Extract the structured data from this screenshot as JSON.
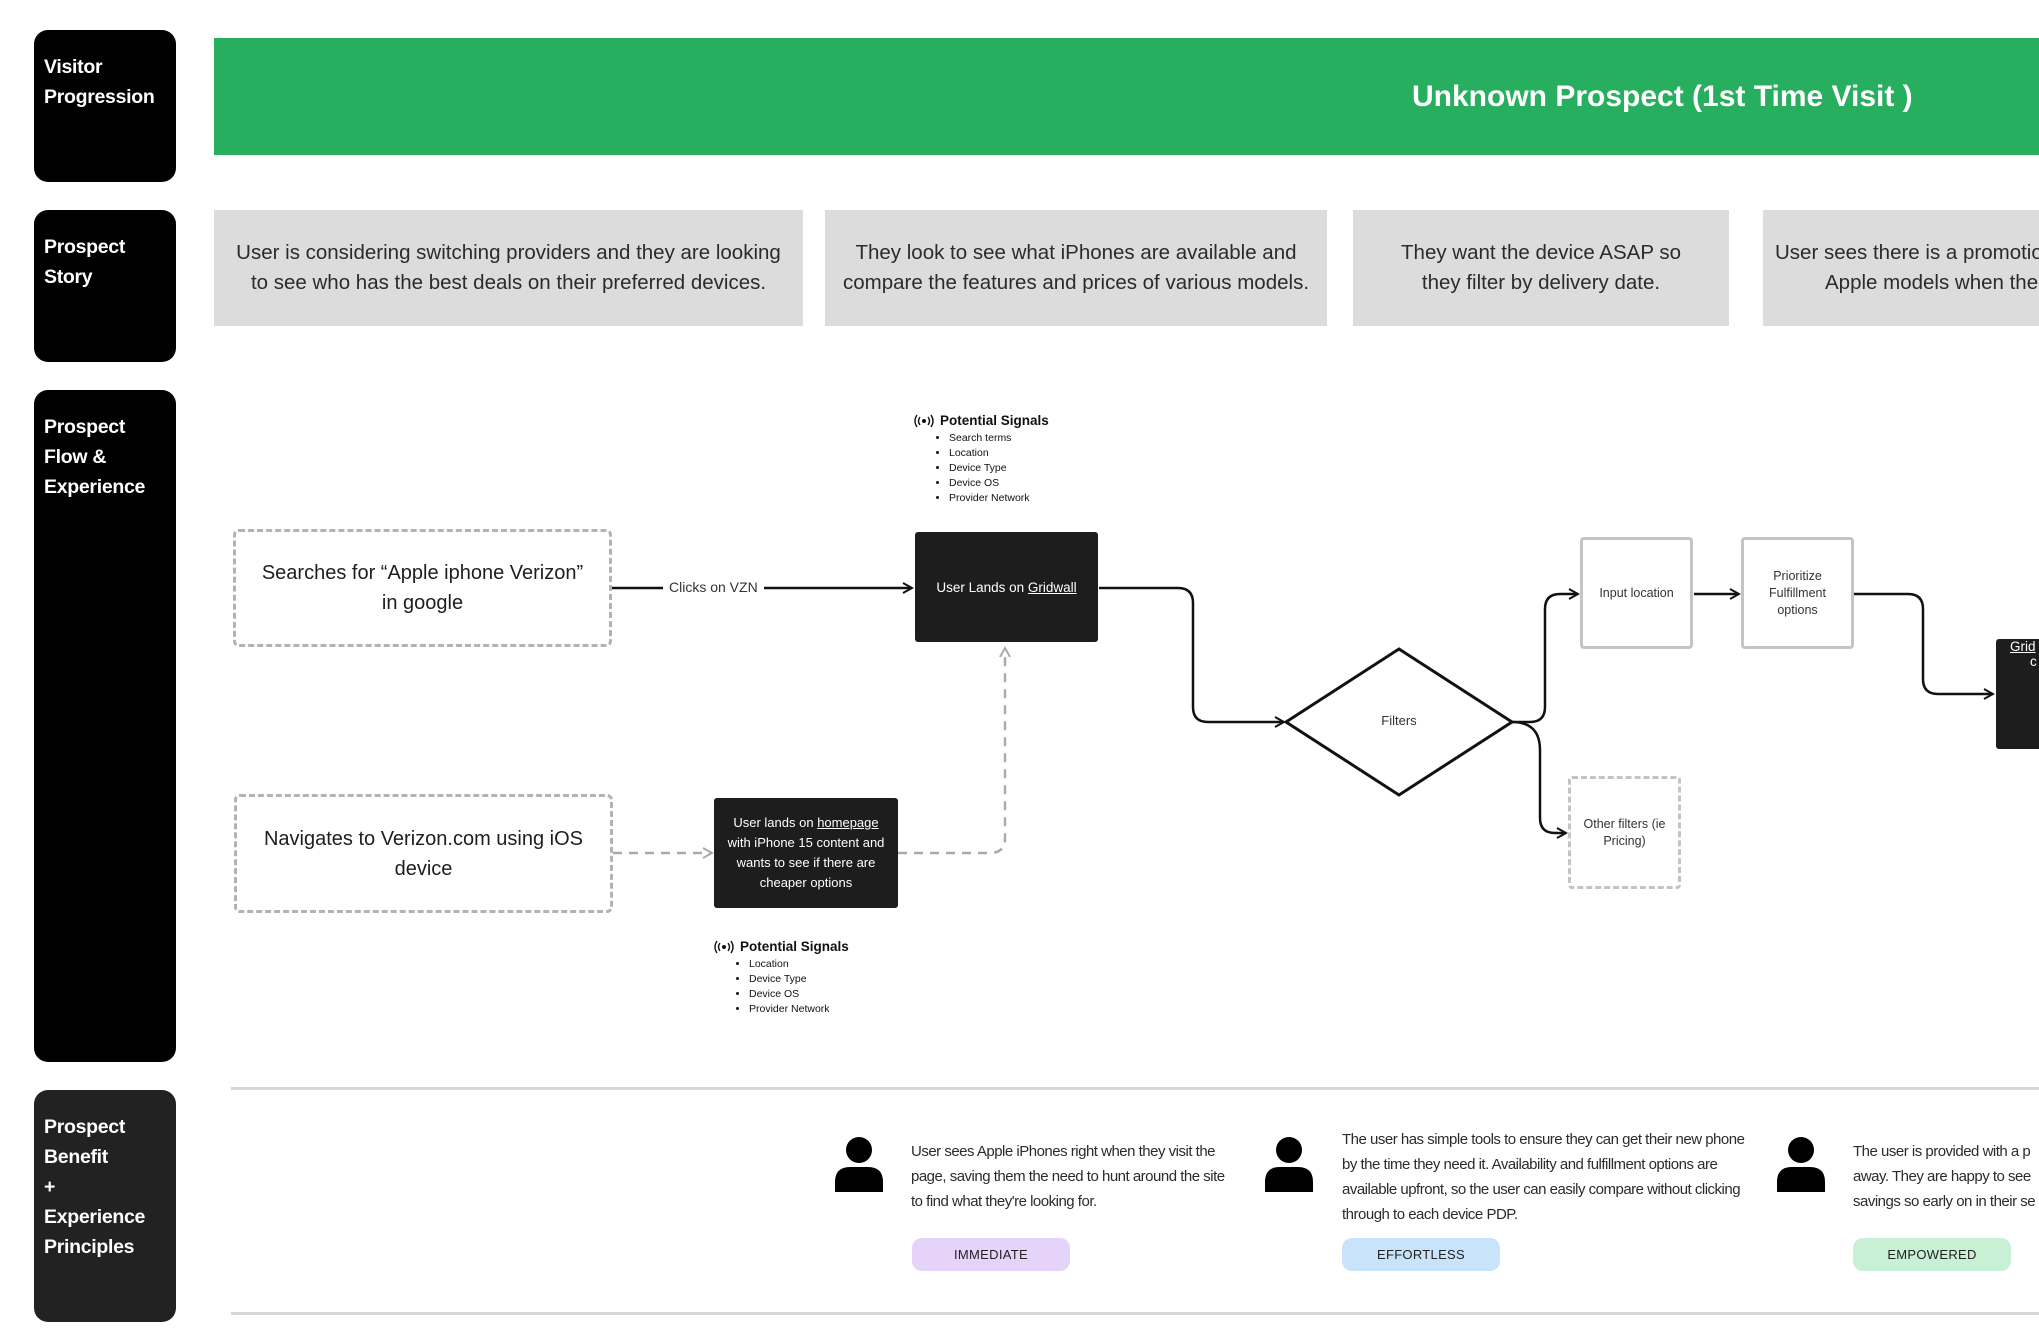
{
  "sidebar": {
    "visitor_progression": [
      "Visitor",
      "Progression"
    ],
    "prospect_story": [
      "Prospect",
      "Story"
    ],
    "prospect_flow": [
      "Prospect",
      "Flow &",
      "Experience"
    ],
    "prospect_benefit": [
      "Prospect",
      "Benefit",
      "+",
      "Experience",
      "Principles"
    ]
  },
  "banner": {
    "title": "Unknown Prospect (1st Time Visit )",
    "color": "#27ae5f"
  },
  "story": [
    "User is considering switching providers and they are looking to see who has the best deals on their preferred devices.",
    "They look to see what iPhones are available and compare the features and prices of various models.",
    "They want the device ASAP so they filter by delivery date.",
    "User sees there is a promotio",
    "Apple models when the"
  ],
  "flow": {
    "search_box": "Searches for “Apple iphone Verizon” in google",
    "clicks_label": "Clicks on VZN",
    "lands_gridwall_prefix": "User Lands on ",
    "lands_gridwall_link": "Gridwall",
    "navigate_box": "Navigates to Verizon.com using iOS device",
    "homepage_prefix": "User lands on ",
    "homepage_link": "homepage",
    "homepage_rest": " with iPhone 15 content and wants to see if there are cheaper options",
    "filters": "Filters",
    "input_location": "Input location",
    "prioritize": "Prioritize Fulfillment options",
    "other_filters": "Other filters (ie Pricing)",
    "gridwall_partial": "Grid",
    "gridwall_partial2": "c",
    "signals_top": {
      "heading": "Potential Signals",
      "items": [
        "Search terms",
        "Location",
        "Device Type",
        "Device OS",
        "Provider Network"
      ]
    },
    "signals_bottom": {
      "heading": "Potential Signals",
      "items": [
        "Location",
        "Device Type",
        "Device OS",
        "Provider Network"
      ]
    }
  },
  "benefits": [
    {
      "text": "User sees Apple iPhones right when they visit the page, saving them the need to hunt around the site to find what they're looking for.",
      "tag": "IMMEDIATE",
      "tag_color": "#e6d3fa"
    },
    {
      "text": "The user has simple tools to ensure they can get their new phone by the time they need it. Availability and fulfillment options are available upfront, so the user can easily compare without clicking through to each device PDP.",
      "tag": "EFFORTLESS",
      "tag_color": "#c9e3fb"
    },
    {
      "text_lines": [
        "The user is provided with a p",
        "away. They are happy to see",
        "savings so early on in their se"
      ],
      "tag": "EMPOWERED",
      "tag_color": "#c8f0d5"
    }
  ]
}
